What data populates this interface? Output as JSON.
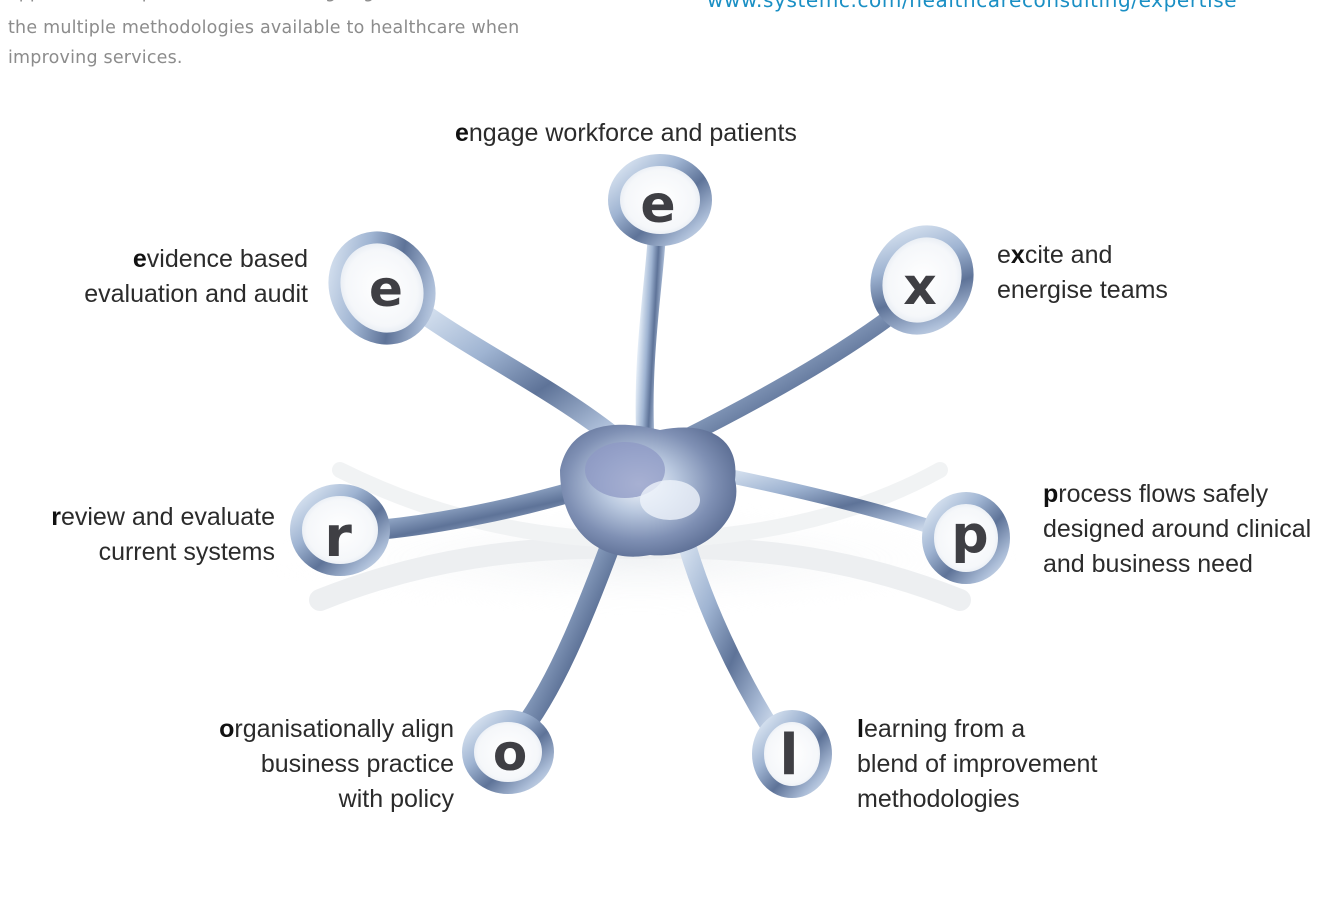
{
  "intro": {
    "cut_line": "approaches, expertise, and knowledge again",
    "lines": [
      "the multiple methodologies available to healthcare when",
      "improving services."
    ]
  },
  "url": "www.systemc.com/healthcareconsulting/expertise",
  "nodes": {
    "top": {
      "letter": "e",
      "bold": "e",
      "rest": "ngage workforce and patients"
    },
    "upper_left": {
      "letter": "e",
      "line1_bold": "e",
      "line1_rest": "vidence based",
      "line2": "evaluation and audit"
    },
    "upper_right": {
      "letter": "x",
      "line1_pre": "e",
      "line1_bold": "x",
      "line1_rest": "cite and",
      "line2": "energise teams"
    },
    "left": {
      "letter": "r",
      "line1_bold": "r",
      "line1_rest": "eview and evaluate",
      "line2": "current systems"
    },
    "right": {
      "letter": "p",
      "line1_bold": "p",
      "line1_rest": "rocess flows safely",
      "line2": "designed around clinical",
      "line3": "and business need"
    },
    "lower_left": {
      "letter": "o",
      "line1_bold": "o",
      "line1_rest": "rganisationally align",
      "line2": "business practice",
      "line3": "with policy"
    },
    "lower_right": {
      "letter": "l",
      "line1_bold": "l",
      "line1_rest": "earning from a",
      "line2": "blend of improvement",
      "line3": "methodologies"
    }
  },
  "colors": {
    "text": "#2b2b2b",
    "intro_text": "#8c8c8c",
    "url": "#1a8fc4",
    "chrome_light": "#dbe6f3",
    "chrome_mid": "#8fa6c6",
    "chrome_dark": "#4a5f82"
  }
}
